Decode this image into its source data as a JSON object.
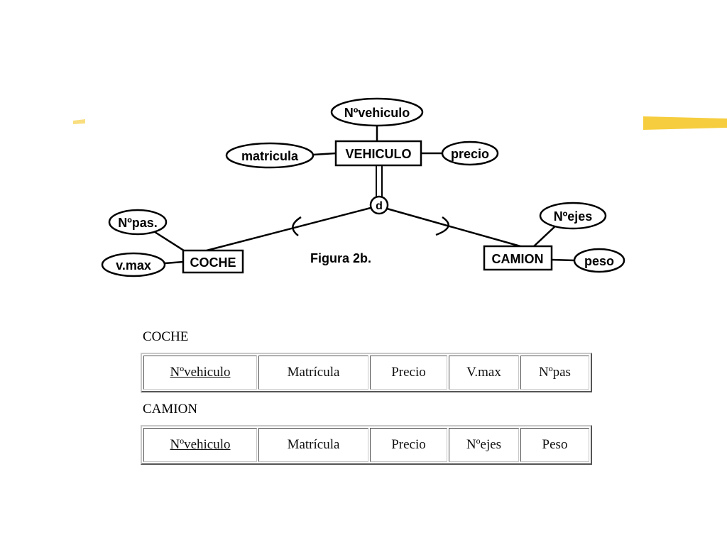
{
  "colors": {
    "accent_bar": "#f5c829",
    "ink": "#000000"
  },
  "diagram": {
    "entities": {
      "vehiculo": "VEHICULO",
      "coche": "COCHE",
      "camion": "CAMION"
    },
    "attributes": {
      "nvehiculo": "Nºvehiculo",
      "matricula": "matricula",
      "precio": "precio",
      "npas": "Nºpas.",
      "vmax": "v.max",
      "nejes": "Nºejes",
      "peso": "peso"
    },
    "disjoint": "d",
    "caption": "Figura 2b."
  },
  "relations": {
    "coche": {
      "title": "COCHE",
      "columns": [
        "Nºvehiculo",
        "Matrícula",
        "Precio",
        "V.max",
        "Nºpas"
      ]
    },
    "camion": {
      "title": "CAMION",
      "columns": [
        "Nºvehiculo",
        "Matrícula",
        "Precio",
        "Nºejes",
        "Peso"
      ]
    }
  }
}
